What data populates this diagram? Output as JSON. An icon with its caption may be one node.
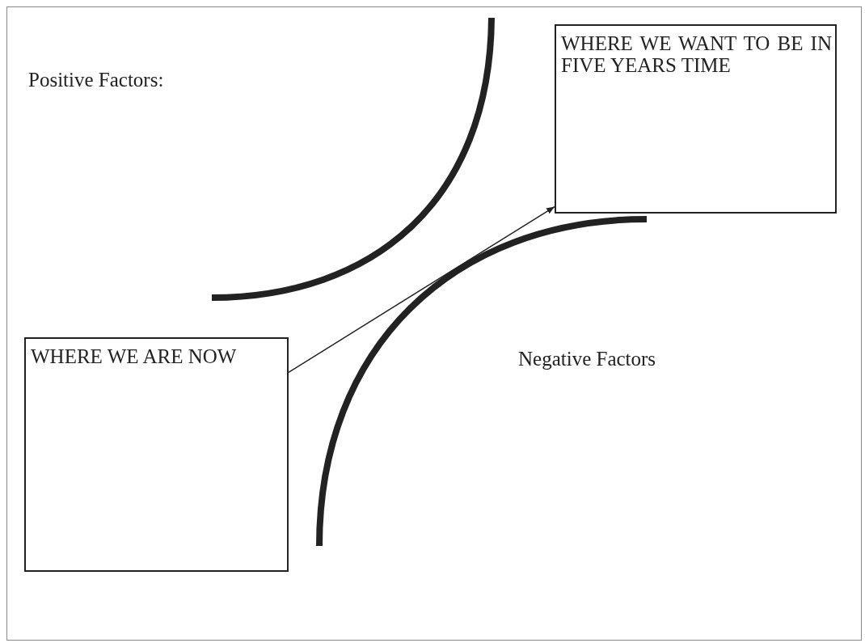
{
  "diagram": {
    "nodes": [
      {
        "text": [
          "WHERE WE ARE NOW"
        ]
      },
      {
        "text": [
          "WHERE WE WANT TO BE IN FIVE YEARS TIME"
        ]
      }
    ],
    "edges": [
      {
        "from": 0,
        "to": 1,
        "arrow": "to"
      }
    ],
    "labels": [
      "Positive Factors:",
      "Negative Factors"
    ]
  }
}
